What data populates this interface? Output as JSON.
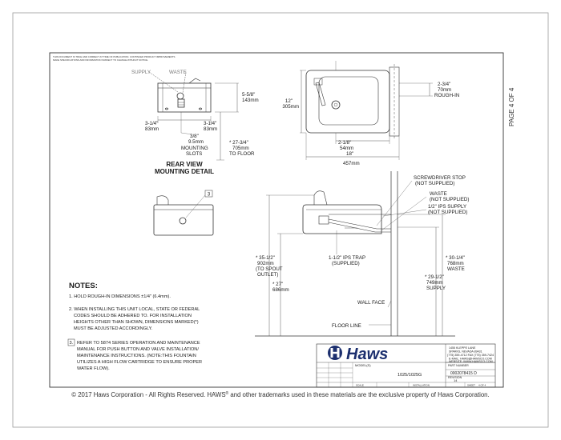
{
  "disclaimer": {
    "line1": "THIS DOCUMENT IS TRUE AND CORRECT AT TIME OF PUBLICATION. CONTINUED PRODUCT IMPROVEMENTS",
    "line2": "MAKE SPECIFICATIONS AND INFORMATION SUBJECT TO CHANGE WITHOUT NOTICE."
  },
  "page_label": "PAGE 4 OF 4",
  "rear_view": {
    "supply": "SUPPLY",
    "waste": "WASTE",
    "dim_left_in": "3-1/4\"",
    "dim_left_mm": "83mm",
    "dim_right_in": "3-1/4\"",
    "dim_right_mm": "83mm",
    "slot_in": "3/8\"",
    "slot_mm": "9.5mm",
    "slot_l1": "MOUNTING",
    "slot_l2": "SLOTS",
    "height_in": "5-5/8\"",
    "height_mm": "143mm",
    "floor_in": "* 27-3/4\"",
    "floor_mm": "705mm",
    "floor_label": "TO FLOOR",
    "title_l1": "REAR VIEW",
    "title_l2": "MOUNTING DETAIL"
  },
  "top_view": {
    "depth_in": "12\"",
    "depth_mm": "305mm",
    "roughin_in": "2-3/4\"",
    "roughin_mm": "70mm",
    "roughin_label": "ROUGH-IN",
    "center_in": "2-1/8\"",
    "center_mm": "54mm",
    "width_in": "18\"",
    "width_mm": "457mm"
  },
  "front_view": {
    "callout": "3"
  },
  "side_view": {
    "screwdriver_l1": "SCREWDRIVER STOP",
    "screwdriver_l2": "(NOT SUPPLIED)",
    "waste_l1": "WASTE",
    "waste_l2": "(NOT SUPPLIED)",
    "supply_l1": "1/2\" IPS SUPPLY",
    "supply_l2": "(NOT SUPPLIED)",
    "spout_in": "* 35-1/2\"",
    "spout_mm": "902mm",
    "spout_l1": "(TO SPOUT",
    "spout_l2": "OUTLET)",
    "h27_in": "* 27\"",
    "h27_mm": "686mm",
    "trap_l1": "1-1/2\" IPS TRAP",
    "trap_l2": "(SUPPLIED)",
    "waste_h_in": "* 30-1/4\"",
    "waste_h_mm": "768mm",
    "waste_h_label": "WASTE",
    "supply_h_in": "* 29-1/2\"",
    "supply_h_mm": "749mm",
    "supply_h_label": "SUPPLY",
    "wall_face": "WALL FACE",
    "floor_line": "FLOOR LINE"
  },
  "notes": {
    "title": "NOTES:",
    "n1": "1.  HOLD ROUGH-IN DIMENSIONS ±1/4\" (6.4mm).",
    "n2_l1": "2.  WHEN INSTALLING THIS UNIT LOCAL, STATE OR FEDERAL",
    "n2_l2": "CODES SHOULD BE ADHERED TO. FOR INSTALLATION",
    "n2_l3": "HEIGHTS OTHER THAN SHOWN, DIMENSIONS MARKED(*)",
    "n2_l4": "MUST BE ADJUSTED ACCORDINGLY.",
    "n3_num": "3.",
    "n3_l1": "REFER TO 5874 SERIES OPERATION AND MAINTENANCE",
    "n3_l2": "MANUAL FOR PUSH BUTTON AND VALVE INSTALLATION/",
    "n3_l3": "MAINTENANCE INSTRUCTIONS. (NOTE:THIS FOUNTAIN",
    "n3_l4": "UTILIZES A HIGH FLOW CARTRIDGE TO ENSURE PROPER",
    "n3_l5": "WATER FLOW)."
  },
  "title_block": {
    "brand": "Haws",
    "addr1": "1455 KLEPPE LANE",
    "addr2": "SPARKS, NEVADA 89431",
    "addr3": "(775) 359-4712  FAX (775) 359-7424",
    "addr4": "E-MAIL: HAWS@HAWSCO.COM",
    "addr5": "WEBSITE: WWW.HAWSCO.COM",
    "model_label": "MODEL(S)",
    "model": "1025/1025G",
    "part_label": "PART NUMBER",
    "part_number": "0002078415 D",
    "revision_label": "REVISION",
    "revision": "14",
    "scale_label": "SCALE",
    "installation_label": "INSTALLATION",
    "sheet_label": "SHEET",
    "sheet_value": "4 OF 4"
  },
  "copyright": {
    "prefix": "© 2017 Haws Corporation - All Rights Reserved.  HAWS",
    "reg": "®",
    "suffix": " and other trademarks used in these materials are the exclusive property of Haws Corporation."
  }
}
